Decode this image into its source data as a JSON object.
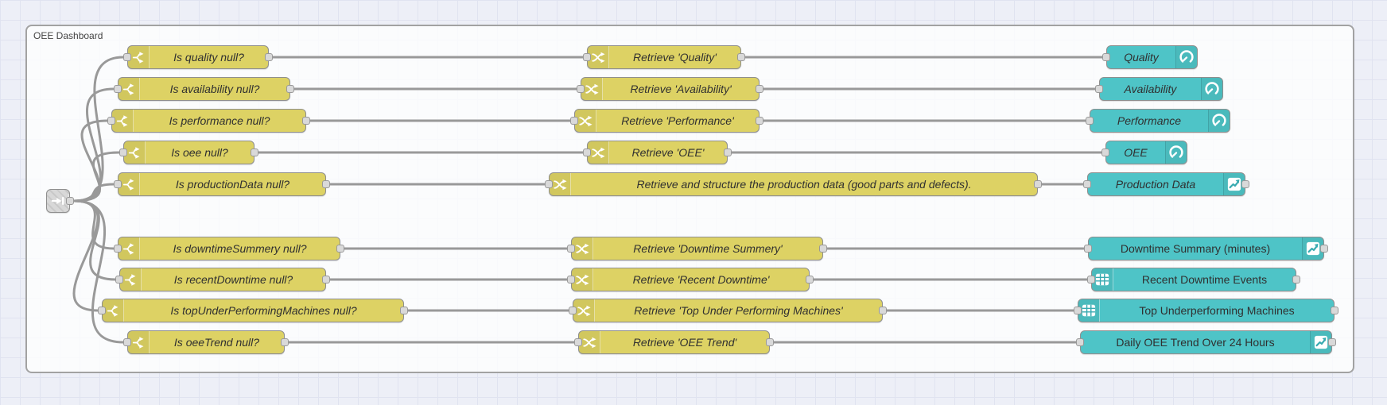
{
  "group": {
    "label": "OEE Dashboard"
  },
  "link_node": {
    "type": "link in"
  },
  "switches": [
    {
      "label": "Is quality null?"
    },
    {
      "label": "Is availability null?"
    },
    {
      "label": "Is performance null?"
    },
    {
      "label": "Is oee null?"
    },
    {
      "label": "Is productionData null?"
    },
    {
      "label": "Is downtimeSummery null?"
    },
    {
      "label": "Is recentDowntime null?"
    },
    {
      "label": "Is topUnderPerformingMachines null?"
    },
    {
      "label": "Is oeeTrend null?"
    }
  ],
  "changes": [
    {
      "label": "Retrieve 'Quality'"
    },
    {
      "label": "Retrieve 'Availability'"
    },
    {
      "label": "Retrieve 'Performance'"
    },
    {
      "label": "Retrieve 'OEE'"
    },
    {
      "label": "Retrieve and structure the production data (good parts and defects)."
    },
    {
      "label": "Retrieve 'Downtime Summery'"
    },
    {
      "label": "Retrieve 'Recent Downtime'"
    },
    {
      "label": "Retrieve 'Top Under Performing Machines'"
    },
    {
      "label": "Retrieve 'OEE Trend'"
    }
  ],
  "dashboard": [
    {
      "label": "Quality",
      "icon": "gauge"
    },
    {
      "label": "Availability",
      "icon": "gauge"
    },
    {
      "label": "Performance",
      "icon": "gauge"
    },
    {
      "label": "OEE",
      "icon": "gauge"
    },
    {
      "label": "Production Data",
      "icon": "chart"
    },
    {
      "label": "Downtime Summary (minutes)",
      "icon": "chart"
    },
    {
      "label": "Recent Downtime Events",
      "icon": "table"
    },
    {
      "label": "Top Underperforming Machines",
      "icon": "table"
    },
    {
      "label": "Daily OEE Trend Over 24 Hours",
      "icon": "chart"
    }
  ],
  "colors": {
    "switch_change_fill": "#ddd264",
    "dashboard_fill": "#4ec4c7",
    "wire": "#999999",
    "port_fill": "#d9d9d9",
    "canvas_bg": "#edeff7",
    "group_border": "#a2a2a2"
  }
}
